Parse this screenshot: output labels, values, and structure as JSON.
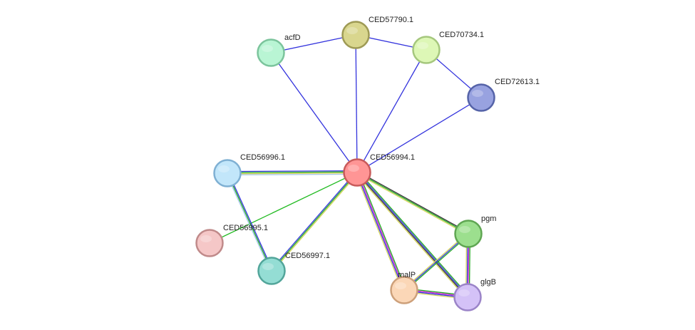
{
  "nodes": [
    {
      "id": "CED57790.1",
      "label": "CED57790.1",
      "color": "#d9d68e",
      "stroke": "#9e9a55"
    },
    {
      "id": "acfD",
      "label": "acfD",
      "color": "#b9f5d4",
      "stroke": "#7bc49c"
    },
    {
      "id": "CED70734.1",
      "label": "CED70734.1",
      "color": "#ddf7b6",
      "stroke": "#a5c77d"
    },
    {
      "id": "CED72613.1",
      "label": "CED72613.1",
      "color": "#98a2e0",
      "stroke": "#5563a8"
    },
    {
      "id": "CED56994.1",
      "label": "CED56994.1",
      "color": "#ff9595",
      "stroke": "#c85a5a"
    },
    {
      "id": "CED56996.1",
      "label": "CED56996.1",
      "color": "#c2e6fa",
      "stroke": "#7fb0d3"
    },
    {
      "id": "CED56995.1",
      "label": "CED56995.1",
      "color": "#f5c7c7",
      "stroke": "#c08a8a"
    },
    {
      "id": "CED56997.1",
      "label": "CED56997.1",
      "color": "#94ddd4",
      "stroke": "#52a59a"
    },
    {
      "id": "pgm",
      "label": "pgm",
      "color": "#9cdf8e",
      "stroke": "#5fa652"
    },
    {
      "id": "malP",
      "label": "malP",
      "color": "#fbd7b7",
      "stroke": "#cda07a"
    },
    {
      "id": "glgB",
      "label": "glgB",
      "color": "#d4c2f7",
      "stroke": "#9b84c8"
    }
  ],
  "edges": [
    {
      "source": "acfD",
      "target": "CED57790.1",
      "colors": [
        "#3333dd"
      ]
    },
    {
      "source": "CED57790.1",
      "target": "CED70734.1",
      "colors": [
        "#3333dd"
      ]
    },
    {
      "source": "CED70734.1",
      "target": "CED72613.1",
      "colors": [
        "#3333dd"
      ]
    },
    {
      "source": "acfD",
      "target": "CED56994.1",
      "colors": [
        "#3333dd"
      ]
    },
    {
      "source": "CED57790.1",
      "target": "CED56994.1",
      "colors": [
        "#3333dd"
      ]
    },
    {
      "source": "CED70734.1",
      "target": "CED56994.1",
      "colors": [
        "#3333dd"
      ]
    },
    {
      "source": "CED72613.1",
      "target": "CED56994.1",
      "colors": [
        "#3333dd"
      ]
    },
    {
      "source": "CED56996.1",
      "target": "CED56994.1",
      "colors": [
        "#3333dd",
        "#22aa22",
        "#d4d45a",
        "#a8c8ee"
      ]
    },
    {
      "source": "CED56995.1",
      "target": "CED56994.1",
      "colors": [
        "#22bb22"
      ]
    },
    {
      "source": "CED56997.1",
      "target": "CED56994.1",
      "colors": [
        "#3333dd",
        "#22aa22",
        "#d4d45a"
      ]
    },
    {
      "source": "CED56996.1",
      "target": "CED56997.1",
      "colors": [
        "#3333dd",
        "#22aa22",
        "#a8c8ee"
      ]
    },
    {
      "source": "CED56994.1",
      "target": "pgm",
      "colors": [
        "#333333",
        "#22aa22",
        "#d4d45a"
      ]
    },
    {
      "source": "CED56994.1",
      "target": "malP",
      "colors": [
        "#22aa22",
        "#cc22cc",
        "#3333dd",
        "#d4d45a"
      ]
    },
    {
      "source": "CED56994.1",
      "target": "glgB",
      "colors": [
        "#22aa22",
        "#3333dd",
        "#333333",
        "#d4d45a"
      ]
    },
    {
      "source": "pgm",
      "target": "malP",
      "colors": [
        "#22aa22",
        "#3333dd",
        "#d4d45a"
      ]
    },
    {
      "source": "pgm",
      "target": "glgB",
      "colors": [
        "#22aa22",
        "#cc22cc",
        "#3333dd",
        "#d4d45a"
      ]
    },
    {
      "source": "malP",
      "target": "glgB",
      "colors": [
        "#22aa22",
        "#cc22cc",
        "#3333dd",
        "#d4d45a"
      ]
    }
  ]
}
